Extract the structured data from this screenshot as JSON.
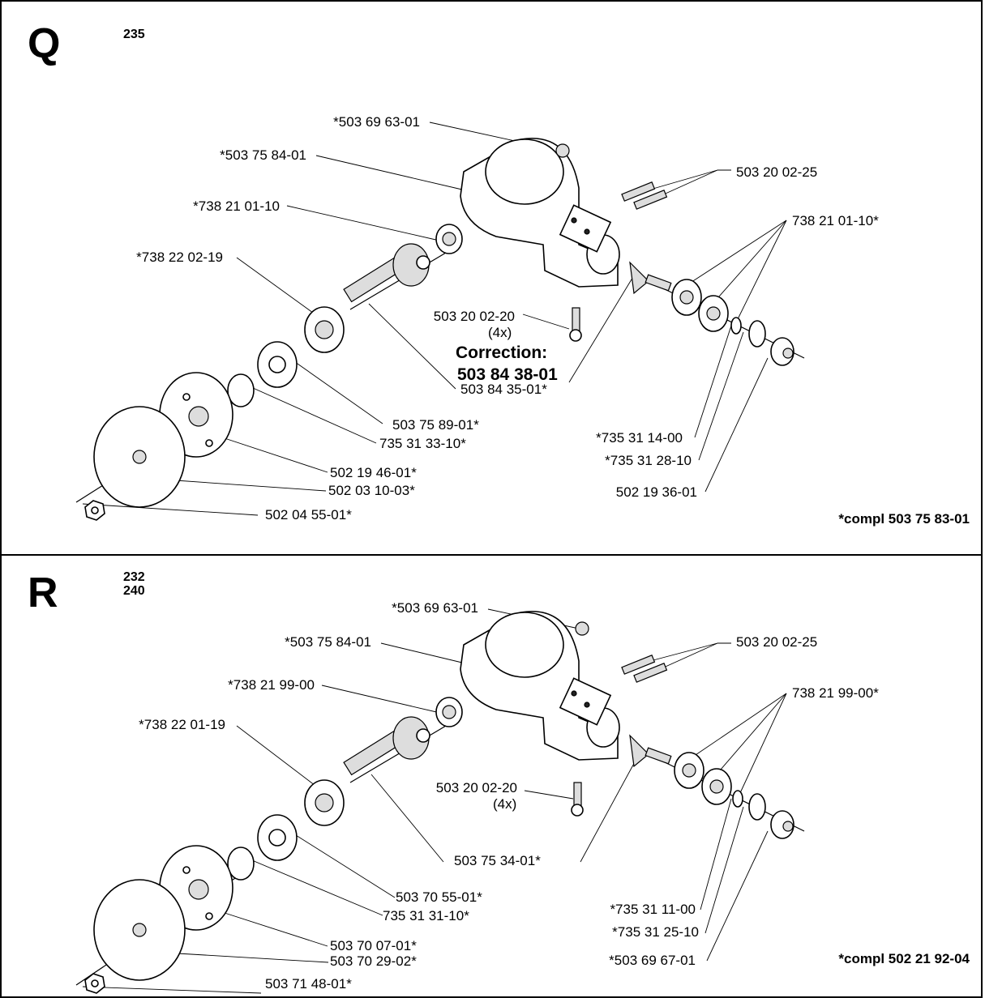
{
  "panels": {
    "q": {
      "letter": "Q",
      "models": [
        "235"
      ],
      "labels": {
        "p1": "*503 69 63-01",
        "p2": "*503 75 84-01",
        "p3": "503 20 02-25",
        "p4": "*738 21 01-10",
        "p5": "738 21 01-10*",
        "p6": "*738 22 02-19",
        "p7": "503 20 02-20",
        "p7q": "(4x)",
        "corr1": "Correction:",
        "corr2": "503 84 38-01",
        "p8": "503 84 35-01*",
        "p9": "503 75 89-01*",
        "p10": "735 31 33-10*",
        "p11": "*735 31 14-00",
        "p12": "*735 31 28-10",
        "p13": "502 19 46-01*",
        "p14": "502 03 10-03*",
        "p15": "502 19 36-01",
        "p16": "502 04 55-01*"
      },
      "compl": "*compl 503 75 83-01"
    },
    "r": {
      "letter": "R",
      "models": [
        "232",
        "240"
      ],
      "labels": {
        "p1": "*503 69 63-01",
        "p2": "*503 75 84-01",
        "p3": "503 20 02-25",
        "p4": "*738 21 99-00",
        "p5": "738 21 99-00*",
        "p6": "*738 22 01-19",
        "p7": "503 20 02-20",
        "p7q": "(4x)",
        "p8": "503 75 34-01*",
        "p9": "503 70 55-01*",
        "p10": "735 31 31-10*",
        "p11": "*735 31 11-00",
        "p12": "*735 31 25-10",
        "p13": "503 70 07-01*",
        "p14": "503 70 29-02*",
        "p15": "*503 69 67-01",
        "p16": "503 71 48-01*"
      },
      "compl": "*compl 502 21 92-04"
    }
  }
}
